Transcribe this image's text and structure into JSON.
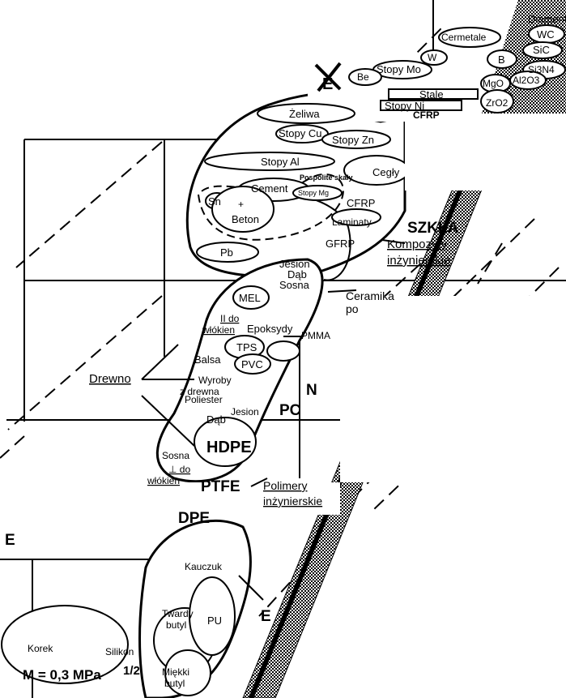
{
  "labels": {
    "diament": "Diament",
    "cermetale": "Cermetale",
    "wc": "WC",
    "sic": "SiC",
    "w": "W",
    "b": "B",
    "si3n4": "Si3N4",
    "stopy_mo": "Stopy Mo",
    "be": "Be",
    "mgo": "MgO",
    "al2o3": "Al2O3",
    "stale": "Stale",
    "stopy_ni": "Stopy Ni",
    "zro2": "ZrO2",
    "cfrp_top": "CFRP",
    "e_top": "E",
    "zeliwa": "Żeliwa",
    "stopy_cu": "Stopy Cu",
    "stopy_zn": "Stopy Zn",
    "stopy_al": "Stopy Al",
    "pospolite_skaly": "Pospolite skały",
    "stopy_mg": "Stopy Mg",
    "cegly": "Cegły",
    "cement": "Cement",
    "plus": "+",
    "beton": "Beton",
    "sn": "Sn",
    "cfrp": "CFRP",
    "laminaty": "Laminaty",
    "gfrp": "GFRP",
    "szkla": "SZKŁA",
    "kompozyty": "Kompozyty",
    "inzynierskie1": "inżynierskie",
    "pb": "Pb",
    "jesion1": "Jesion",
    "dab1": "Dąb",
    "sosna1": "Sosna",
    "ceramika": "Ceramika",
    "po": "po",
    "mel": "MEL",
    "ii_do": "II do",
    "wlokien1": "włókien",
    "epoksydy": "Epoksydy",
    "pmma": "PMMA",
    "balsa": "Balsa",
    "tps": "TPS",
    "pvc": "PVC",
    "drewno": "Drewno",
    "wyroby": "Wyroby",
    "z_drewna": "z drewna",
    "poliester": "Poliester",
    "n": "N",
    "jesion2": "Jesion",
    "dab2": "Dąb",
    "pc": "PC",
    "hdpe": "HDPE",
    "sosna2": "Sosna",
    "perp_do": "⊥ do",
    "wlokien2": "włókien",
    "ptfe": "PTFE",
    "polimery": "Polimery",
    "inzynierskie2": "inżynierskie",
    "dpe": "DPE",
    "e_left": "E",
    "kauczuk": "Kauczuk",
    "e_right": "E",
    "twardy": "Twardy",
    "butyl1": "butyl",
    "pu": "PU",
    "korek": "Korek",
    "silikon": "Silikon",
    "m_eq": "M = 0,3 MPa",
    "half": "1/2",
    "miekki": "Miękki",
    "butyl2": "butyl"
  }
}
